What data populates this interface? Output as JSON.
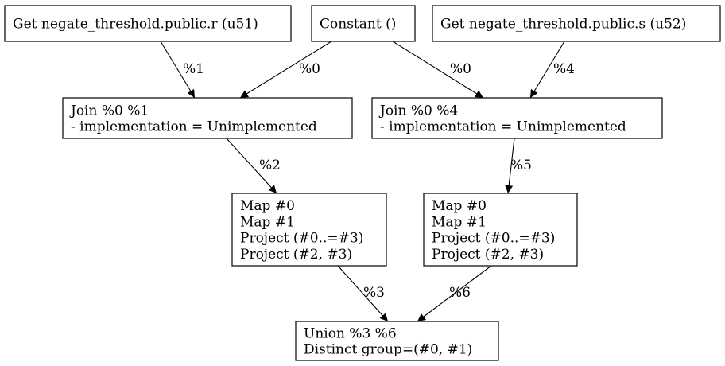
{
  "nodes": {
    "get_r": {
      "lines": [
        "Get negate_threshold.public.r (u51)"
      ]
    },
    "constant": {
      "lines": [
        "Constant ()"
      ]
    },
    "get_s": {
      "lines": [
        "Get negate_threshold.public.s (u52)"
      ]
    },
    "join_left": {
      "lines": [
        "Join %0 %1",
        "- implementation = Unimplemented"
      ]
    },
    "join_right": {
      "lines": [
        "Join %0 %4",
        "- implementation = Unimplemented"
      ]
    },
    "map_left": {
      "lines": [
        "Map #0",
        "Map #1",
        "Project (#0..=#3)",
        "Project (#2, #3)"
      ]
    },
    "map_right": {
      "lines": [
        "Map #0",
        "Map #1",
        "Project (#0..=#3)",
        "Project (#2, #3)"
      ]
    },
    "union": {
      "lines": [
        "Union %3 %6",
        "Distinct group=(#0, #1)"
      ]
    }
  },
  "edges": [
    {
      "from": "get_r",
      "to": "join_left",
      "label": "%1"
    },
    {
      "from": "constant",
      "to": "join_left",
      "label": "%0"
    },
    {
      "from": "constant",
      "to": "join_right",
      "label": "%0"
    },
    {
      "from": "get_s",
      "to": "join_right",
      "label": "%4"
    },
    {
      "from": "join_left",
      "to": "map_left",
      "label": "%2"
    },
    {
      "from": "join_right",
      "to": "map_right",
      "label": "%5"
    },
    {
      "from": "map_left",
      "to": "union",
      "label": "%3"
    },
    {
      "from": "map_right",
      "to": "union",
      "label": "%6"
    }
  ]
}
